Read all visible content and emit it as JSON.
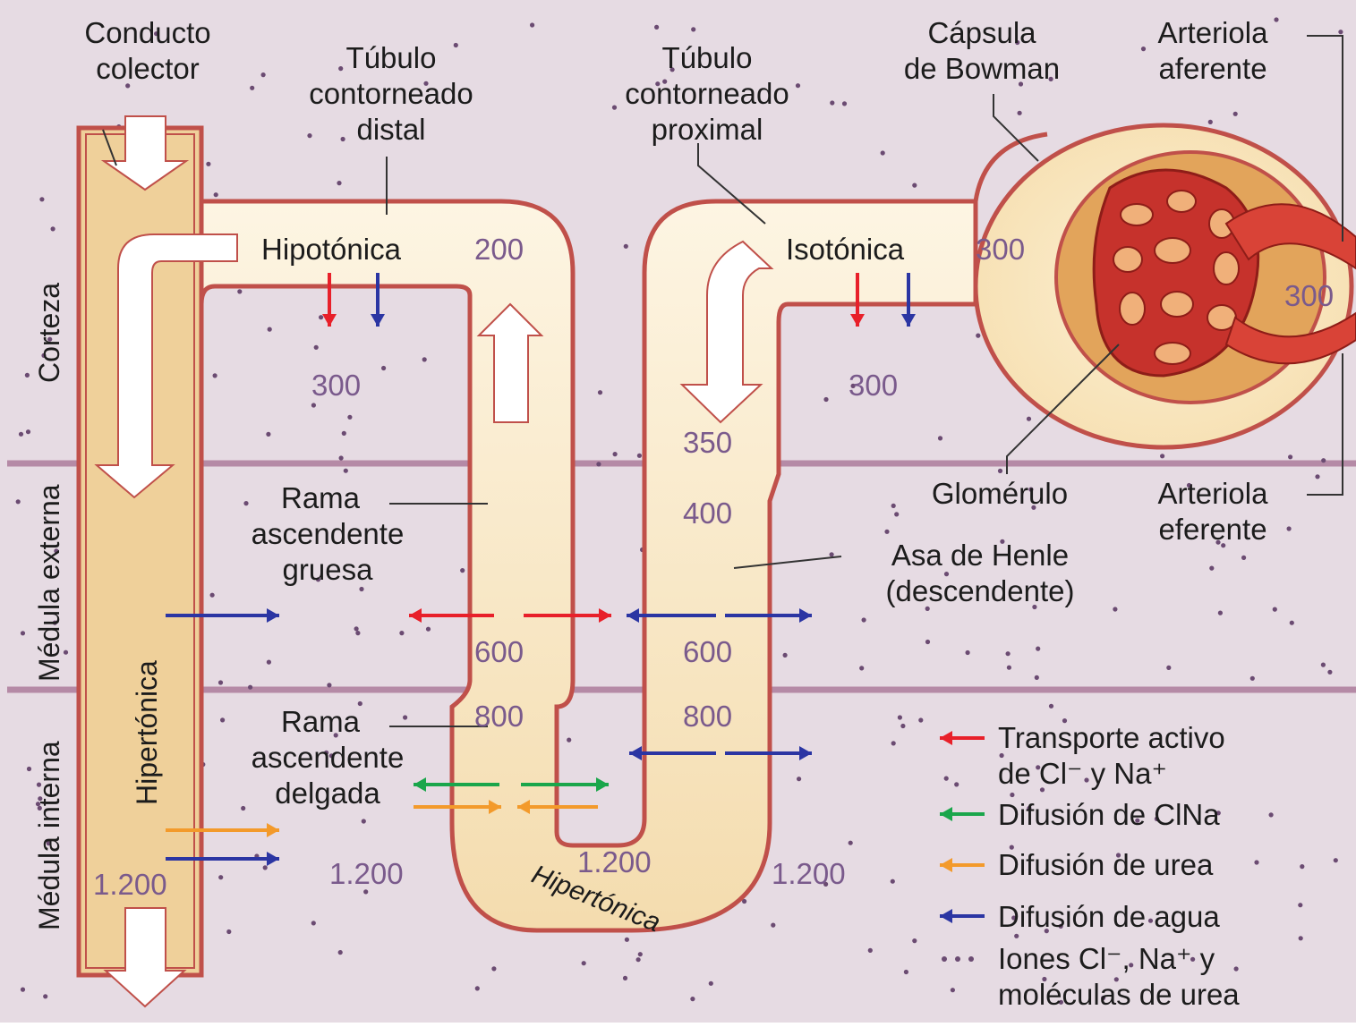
{
  "labels": {
    "conducto_colector": [
      "Conducto",
      "colector"
    ],
    "tubulo_distal": [
      "Túbulo",
      "contorneado",
      "distal"
    ],
    "tubulo_proximal": [
      "Túbulo",
      "contorneado",
      "proximal"
    ],
    "capsula_bowman": [
      "Cápsula",
      "de Bowman"
    ],
    "arteriola_aferente": [
      "Arteriola",
      "aferente"
    ],
    "arteriola_eferente": [
      "Arteriola",
      "eferente"
    ],
    "glomerulo": "Glomérulo",
    "asa_henle": [
      "Asa de Henle",
      "(descendente)"
    ],
    "rama_gruesa": [
      "Rama",
      "ascendente",
      "gruesa"
    ],
    "rama_delgada": [
      "Rama",
      "ascendente",
      "delgada"
    ],
    "hipotonica": "Hipotónica",
    "isotonica": "Isotónica",
    "hipertonica_vertical": "Hipertónica",
    "hipertonica_curve": "Hipertónica"
  },
  "zones": {
    "corteza": "Corteza",
    "medula_externa": "Médula externa",
    "medula_interna": "Médula interna"
  },
  "osmolarity": {
    "distal_200": "200",
    "proximal_300": "300",
    "cortex_left_300": "300",
    "cortex_right_300": "300",
    "arteriole_300": "300",
    "desc_350": "350",
    "desc_400": "400",
    "asc_600": "600",
    "desc_600": "600",
    "asc_800": "800",
    "desc_800": "800",
    "loop_bottom_1200": "1.200",
    "collector_1200": "1.200",
    "interstitial_left_1200": "1.200",
    "interstitial_right_1200": "1.200"
  },
  "legend": {
    "transporte": [
      "Transporte activo",
      "de Cl⁻ y Na⁺"
    ],
    "difusion_clna": "Difusión de ClNa",
    "difusion_urea": "Difusión de urea",
    "difusion_agua": "Difusión de agua",
    "iones": [
      "Iones Cl⁻, Na⁺ y",
      "moléculas de urea"
    ]
  },
  "colors": {
    "red": "#e8202a",
    "green": "#1aa64b",
    "orange": "#f39a2b",
    "blue": "#2b35a3",
    "background": "#e6dbe3",
    "tubule_fill": "#efd09a",
    "tubule_light": "#fbf1dc",
    "tubule_border": "#c0504a",
    "zone_line": "#b58aa6",
    "vessel": "#d94337",
    "dots": "#6b4b72"
  }
}
